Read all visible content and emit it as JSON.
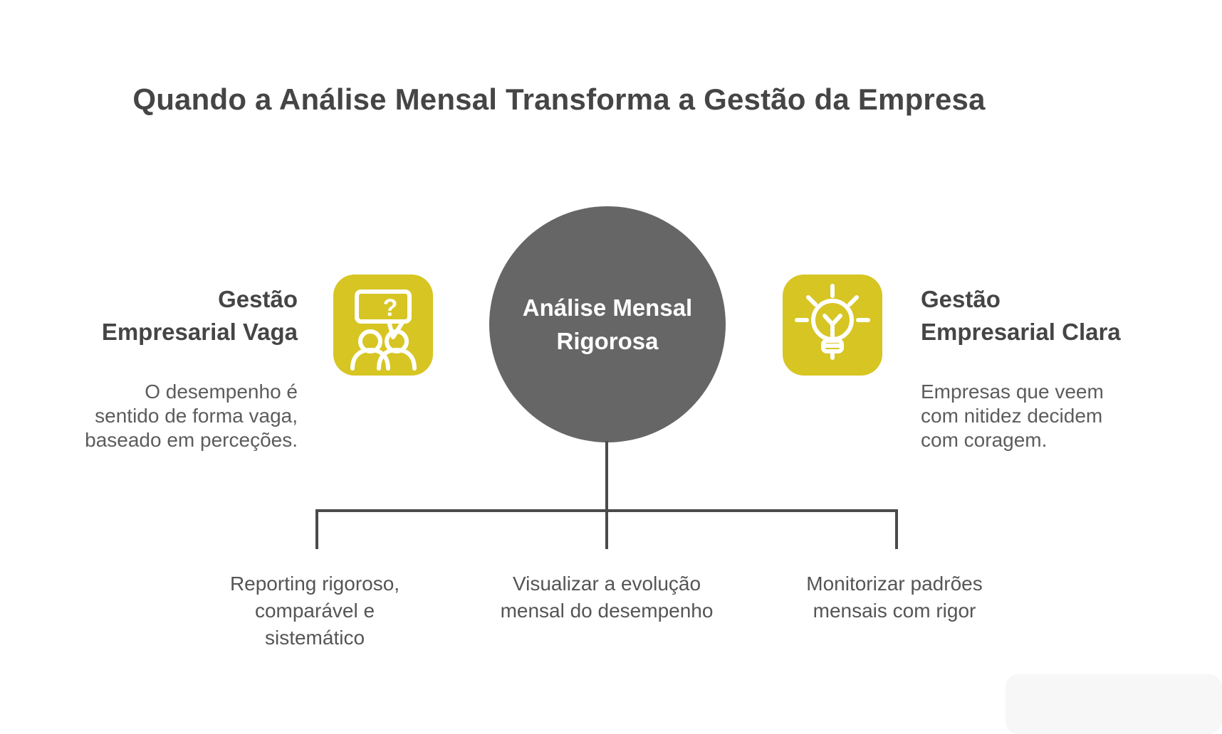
{
  "title": "Quando a Análise Mensal Transforma a Gestão da Empresa",
  "center": {
    "label_lines": [
      "Análise Mensal",
      "Rigorosa"
    ]
  },
  "left": {
    "heading_lines": [
      "Gestão",
      "Empresarial Vaga"
    ],
    "body_lines": [
      "O desempenho é",
      "sentido de forma vaga,",
      "baseado em perceções."
    ]
  },
  "right": {
    "heading_lines": [
      "Gestão",
      "Empresarial Clara"
    ],
    "body_lines": [
      "Empresas que veem",
      "com nitidez decidem",
      "com coragem."
    ]
  },
  "bottom": {
    "items": [
      {
        "lines": [
          "Reporting rigoroso,",
          "comparável e",
          "sistemático"
        ]
      },
      {
        "lines": [
          "Visualizar a evolução",
          "mensal do desempenho",
          ""
        ]
      },
      {
        "lines": [
          "Monitorizar padrões",
          "mensais com rigor",
          ""
        ]
      }
    ]
  },
  "icons": {
    "left": "question-chat-people",
    "right": "lightbulb"
  },
  "colors": {
    "background": "#ffffff",
    "accent_yellow": "#d7c523",
    "circle_gray": "#666666",
    "title_gray": "#454545",
    "body_gray": "#5c5c5c",
    "bottom_gray": "#555555",
    "line_gray": "#4a4a4a",
    "icon_stroke": "#ffffff",
    "watermark_gray": "#f7f7f7"
  }
}
